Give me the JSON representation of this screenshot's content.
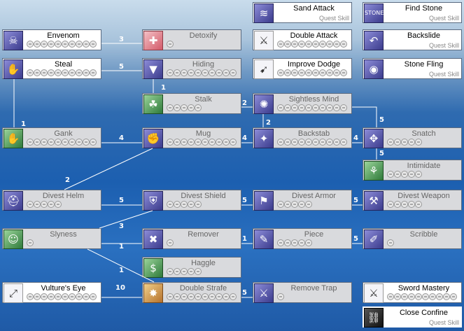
{
  "skills": {
    "sand_attack": {
      "name": "Sand Attack",
      "quest": "Quest Skill",
      "dots": 0,
      "icon": "sand-icon"
    },
    "find_stone": {
      "name": "Find Stone",
      "quest": "Quest Skill",
      "dots": 0,
      "icon": "stone-icon"
    },
    "envenom": {
      "name": "Envenom",
      "dots": 10,
      "icon": "poison-icon"
    },
    "detoxify": {
      "name": "Detoxify",
      "dots": 1,
      "icon": "heart-cross-icon"
    },
    "double_attack": {
      "name": "Double Attack",
      "dots": 10,
      "icon": "double-attack-icon"
    },
    "backslide": {
      "name": "Backslide",
      "quest": "Quest Skill",
      "dots": 0,
      "icon": "backslide-icon"
    },
    "steal": {
      "name": "Steal",
      "dots": 10,
      "icon": "steal-icon"
    },
    "hiding": {
      "name": "Hiding",
      "dots": 10,
      "icon": "hiding-icon"
    },
    "improve_dodge": {
      "name": "Improve Dodge",
      "dots": 10,
      "icon": "dodge-icon"
    },
    "stone_fling": {
      "name": "Stone Fling",
      "quest": "Quest Skill",
      "dots": 0,
      "icon": "fling-icon"
    },
    "stalk": {
      "name": "Stalk",
      "dots": 5,
      "icon": "stalk-icon"
    },
    "sightless_mind": {
      "name": "Sightless Mind",
      "dots": 10,
      "icon": "sightless-icon"
    },
    "gank": {
      "name": "Gank",
      "dots": 10,
      "icon": "gank-icon"
    },
    "mug": {
      "name": "Mug",
      "dots": 10,
      "icon": "mug-icon"
    },
    "backstab": {
      "name": "Backstab",
      "dots": 10,
      "icon": "backstab-icon"
    },
    "snatch": {
      "name": "Snatch",
      "dots": 5,
      "icon": "snatch-icon"
    },
    "intimidate": {
      "name": "Intimidate",
      "dots": 5,
      "icon": "intimidate-icon"
    },
    "divest_helm": {
      "name": "Divest Helm",
      "dots": 5,
      "icon": "helm-icon"
    },
    "divest_shield": {
      "name": "Divest Shield",
      "dots": 5,
      "icon": "shield-icon"
    },
    "divest_armor": {
      "name": "Divest Armor",
      "dots": 5,
      "icon": "armor-icon"
    },
    "divest_weapon": {
      "name": "Divest Weapon",
      "dots": 5,
      "icon": "weapon-icon"
    },
    "slyness": {
      "name": "Slyness",
      "dots": 1,
      "icon": "slyness-icon"
    },
    "remover": {
      "name": "Remover",
      "dots": 1,
      "icon": "remover-icon"
    },
    "piece": {
      "name": "Piece",
      "dots": 5,
      "icon": "piece-icon"
    },
    "scribble": {
      "name": "Scribble",
      "dots": 1,
      "icon": "scribble-icon"
    },
    "haggle": {
      "name": "Haggle",
      "dots": 5,
      "icon": "haggle-icon"
    },
    "vultures_eye": {
      "name": "Vulture's Eye",
      "dots": 10,
      "icon": "eye-icon"
    },
    "double_strafe": {
      "name": "Double Strafe",
      "dots": 10,
      "icon": "strafe-icon"
    },
    "remove_trap": {
      "name": "Remove Trap",
      "dots": 1,
      "icon": "trap-icon"
    },
    "sword_mastery": {
      "name": "Sword Mastery",
      "dots": 10,
      "icon": "sword-icon"
    },
    "close_confine": {
      "name": "Close Confine",
      "quest": "Quest Skill",
      "dots": 0,
      "icon": "confine-icon"
    }
  },
  "links": {
    "envenom_detoxify": "3",
    "steal_hiding": "5",
    "hiding_stalk": "1",
    "steal_gank": "1",
    "stalk_sightless": "2",
    "backstab_sightless": "2",
    "sightless_snatch": "5",
    "gank_mug": "4",
    "mug_backstab": "4",
    "backstab_snatch": "4",
    "snatch_intimidate": "5",
    "mug_helm": "2",
    "helm_shield": "5",
    "shield_armor": "5",
    "armor_weapon": "5",
    "shield_slyness": "3",
    "slyness_remover": "1",
    "remover_piece": "1",
    "piece_scribble": "5",
    "slyness_strafe": "1",
    "eye_strafe": "10",
    "strafe_trap": "5"
  },
  "colors": {
    "link": "#ffffff",
    "accent": "#3b3b8c"
  }
}
